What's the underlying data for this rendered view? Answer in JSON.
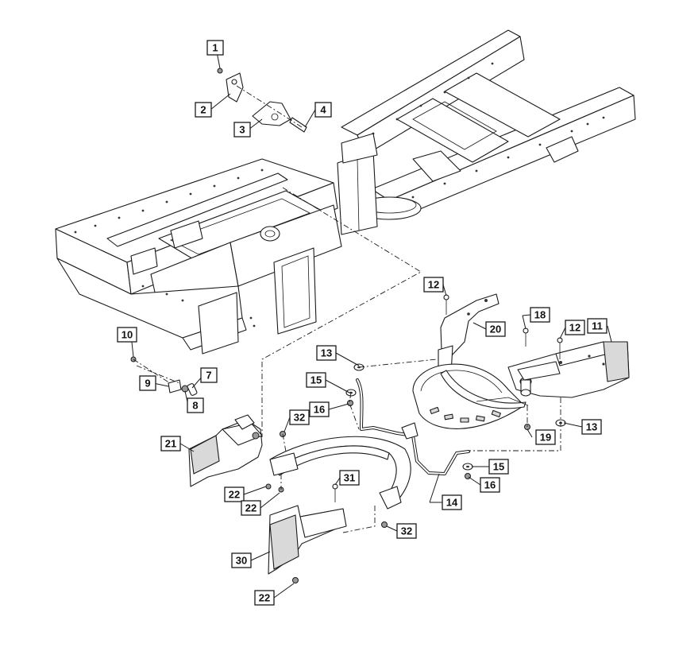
{
  "callouts": {
    "c1": "1",
    "c2": "2",
    "c3": "3",
    "c4": "4",
    "c7": "7",
    "c8": "8",
    "c9": "9",
    "c10": "10",
    "c11": "11",
    "c12a": "12",
    "c12b": "12",
    "c13a": "13",
    "c13b": "13",
    "c14": "14",
    "c15a": "15",
    "c15b": "15",
    "c16a": "16",
    "c16b": "16",
    "c18": "18",
    "c19": "19",
    "c20": "20",
    "c21": "21",
    "c22a": "22",
    "c22b": "22",
    "c22c": "22",
    "c30": "30",
    "c31": "31",
    "c32a": "32",
    "c32b": "32"
  }
}
